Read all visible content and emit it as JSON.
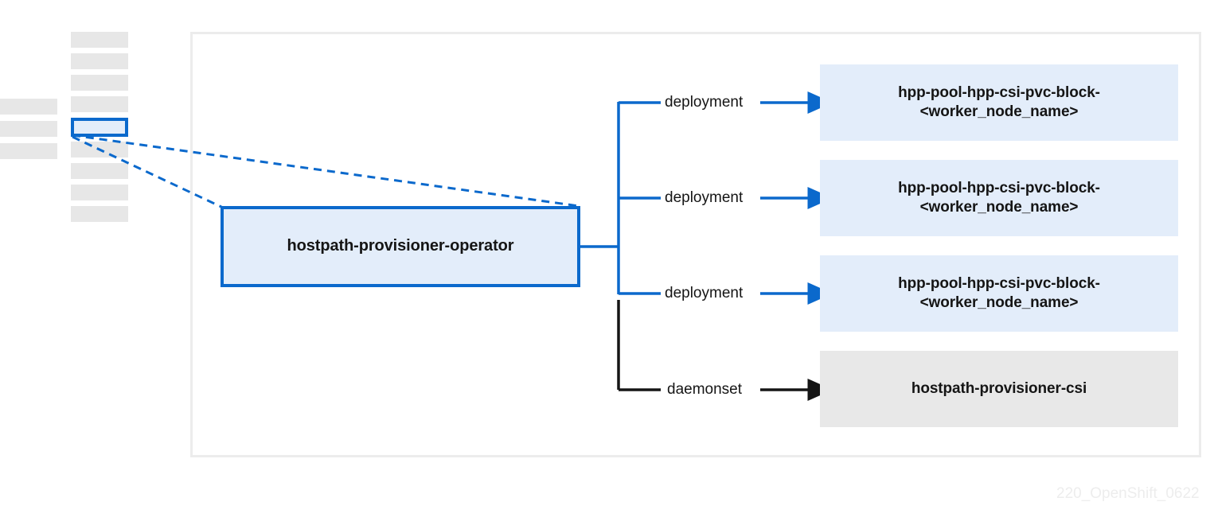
{
  "diagram": {
    "title_watermark": "220_OpenShift_0622",
    "colors": {
      "accent_blue": "#0b69cc",
      "node_fill_blue": "#e3edfa",
      "node_fill_gray": "#e8e8e8",
      "sidebar_bar_gray": "#e7e7e7",
      "frame_border": "#ececec",
      "text": "#151515",
      "watermark": "#ededed",
      "edge_black": "#151515"
    },
    "sidebar": {
      "left_column_bars": [
        {
          "name": "left-bar-1"
        },
        {
          "name": "left-bar-2"
        },
        {
          "name": "left-bar-3"
        }
      ],
      "menu_bars": [
        {
          "name": "menu-bar-1",
          "active": false
        },
        {
          "name": "menu-bar-2",
          "active": false
        },
        {
          "name": "menu-bar-3",
          "active": false
        },
        {
          "name": "menu-bar-4",
          "active": false
        },
        {
          "name": "menu-bar-5",
          "active": true
        },
        {
          "name": "menu-bar-6",
          "active": false
        },
        {
          "name": "menu-bar-7",
          "active": false
        },
        {
          "name": "menu-bar-8",
          "active": false
        },
        {
          "name": "menu-bar-9",
          "active": false
        }
      ]
    },
    "source_node": {
      "label": "hostpath-provisioner-operator",
      "style": "outlined-blue"
    },
    "edges": [
      {
        "label": "deployment",
        "color": "#0b69cc",
        "target": "target-1"
      },
      {
        "label": "deployment",
        "color": "#0b69cc",
        "target": "target-2"
      },
      {
        "label": "deployment",
        "color": "#0b69cc",
        "target": "target-3"
      },
      {
        "label": "daemonset",
        "color": "#151515",
        "target": "target-4"
      }
    ],
    "targets": [
      {
        "id": "target-1",
        "line1": "hpp-pool-hpp-csi-pvc-block-",
        "line2": "<worker_node_name>",
        "style": "filled-blue"
      },
      {
        "id": "target-2",
        "line1": "hpp-pool-hpp-csi-pvc-block-",
        "line2": "<worker_node_name>",
        "style": "filled-blue"
      },
      {
        "id": "target-3",
        "line1": "hpp-pool-hpp-csi-pvc-block-",
        "line2": "<worker_node_name>",
        "style": "filled-blue"
      },
      {
        "id": "target-4",
        "line1": "hostpath-provisioner-csi",
        "line2": "",
        "style": "filled-gray"
      }
    ]
  }
}
